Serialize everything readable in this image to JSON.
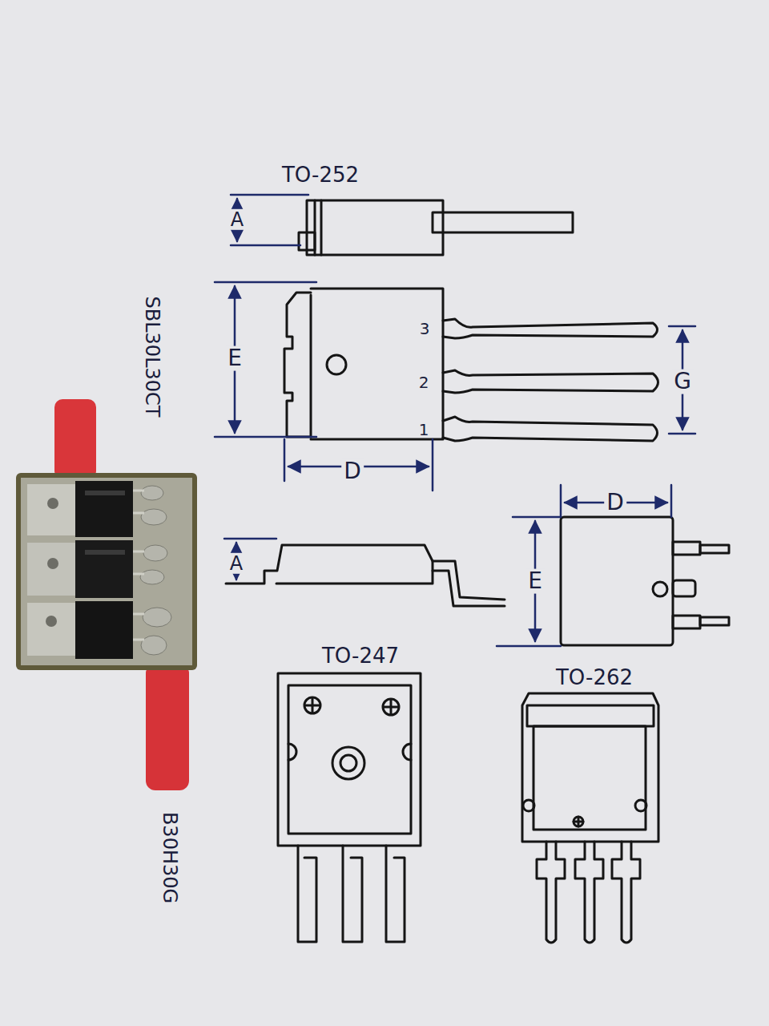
{
  "diagram": {
    "labels": [
      "TO-252",
      "A",
      "SBL30L30CT",
      "E",
      "3",
      "2",
      "1",
      "G",
      "D",
      "A",
      "D",
      "E",
      "B30H30G",
      "TO-247",
      "TO-262"
    ]
  }
}
